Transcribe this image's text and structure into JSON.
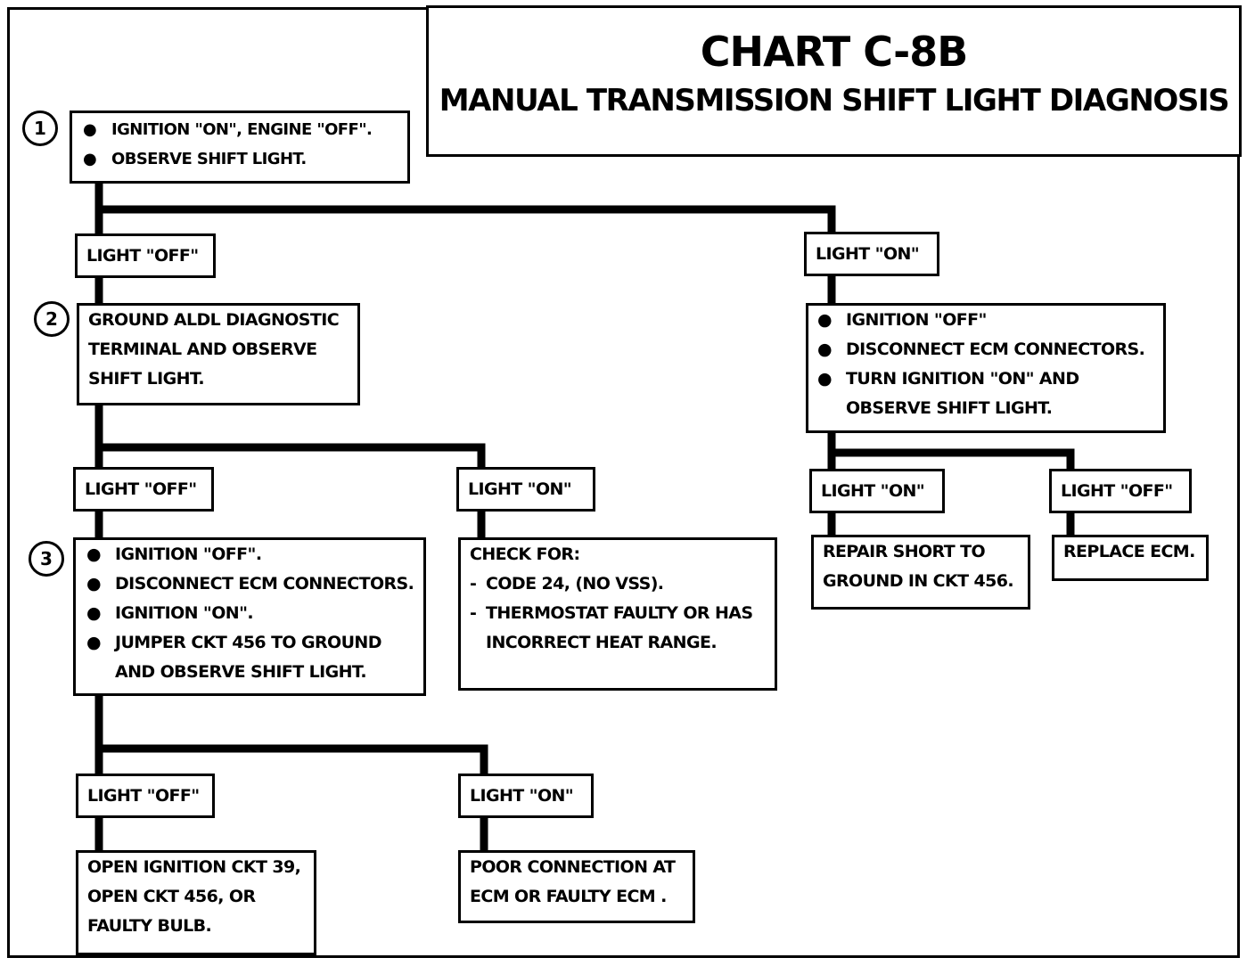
{
  "title": {
    "main": "CHART C-8B",
    "subtitle": "MANUAL TRANSMISSION SHIFT LIGHT DIAGNOSIS"
  },
  "steps": [
    "1",
    "2",
    "3"
  ],
  "step1": {
    "items": [
      "IGNITION \"ON\", ENGINE \"OFF\".",
      "OBSERVE SHIFT LIGHT."
    ]
  },
  "labels": {
    "a_off": "LIGHT \"OFF\"",
    "a_on": "LIGHT \"ON\"",
    "b_off": "LIGHT \"OFF\"",
    "b_on": "LIGHT \"ON\"",
    "c_on": "LIGHT \"ON\"",
    "c_off": "LIGHT \"OFF\"",
    "d_off": "LIGHT \"OFF\"",
    "d_on": "LIGHT \"ON\""
  },
  "step2": {
    "lines": [
      "GROUND ALDL DIAGNOSTIC",
      "TERMINAL AND OBSERVE",
      "SHIFT LIGHT."
    ]
  },
  "right_branch": {
    "items": [
      [
        "IGNITION \"OFF\""
      ],
      [
        "DISCONNECT ECM CONNECTORS."
      ],
      [
        "TURN IGNITION \"ON\" AND",
        "OBSERVE SHIFT LIGHT."
      ]
    ]
  },
  "step3": {
    "items": [
      [
        "IGNITION \"OFF\"."
      ],
      [
        "DISCONNECT ECM CONNECTORS."
      ],
      [
        "IGNITION \"ON\"."
      ],
      [
        "JUMPER CKT 456 TO GROUND",
        "AND OBSERVE SHIFT LIGHT."
      ]
    ]
  },
  "check_for": {
    "heading": "CHECK FOR:",
    "items": [
      [
        "CODE 24, (NO VSS)."
      ],
      [
        "THERMOSTAT FAULTY OR HAS",
        "INCORRECT HEAT RANGE."
      ]
    ]
  },
  "repair_short": {
    "lines": [
      "REPAIR SHORT TO",
      "GROUND IN CKT 456."
    ]
  },
  "replace_ecm": {
    "lines": [
      "REPLACE ECM."
    ]
  },
  "open_ignition": {
    "lines": [
      "OPEN IGNITION CKT 39,",
      "OPEN CKT 456, OR",
      "FAULTY BULB."
    ]
  },
  "poor_connection": {
    "lines": [
      "POOR CONNECTION AT",
      "ECM OR FAULTY ECM ."
    ]
  }
}
